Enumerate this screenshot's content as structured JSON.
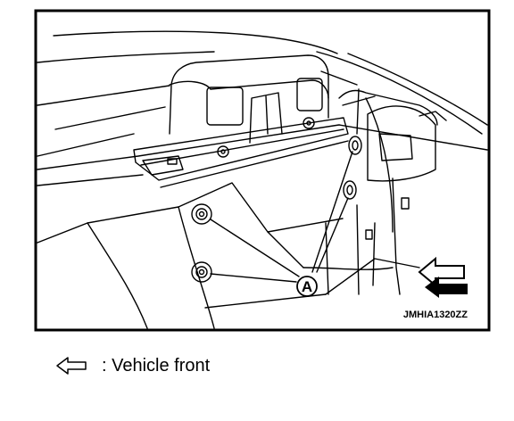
{
  "figure": {
    "callout_label": "A",
    "figure_code": "JMHIA1320ZZ"
  },
  "legend": {
    "arrow_icon": "hollow-left-arrow",
    "text": ": Vehicle front"
  }
}
